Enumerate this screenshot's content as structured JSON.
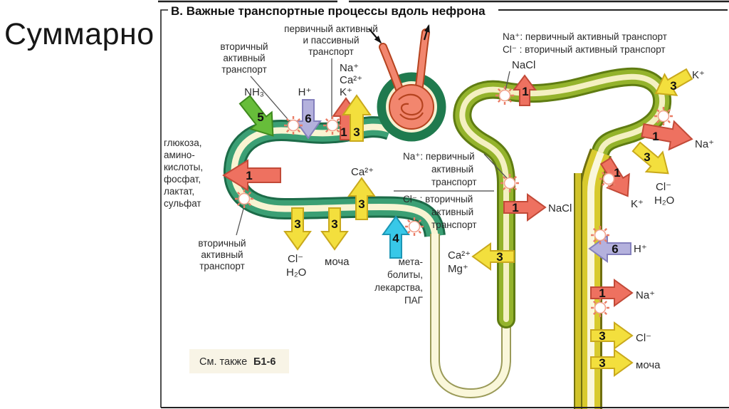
{
  "slide": {
    "heading": "Суммарно"
  },
  "panel": {
    "title": "В. Важные транспортные процессы вдоль нефрона",
    "see_also_prefix": "См. также",
    "see_also_ref": "Б1-6"
  },
  "labels": {
    "secondary_active_top": {
      "l1": "вторичный",
      "l2": "активный",
      "l3": "транспорт"
    },
    "primary_and_passive": {
      "l1": "первичный активный",
      "l2": "и пассивный",
      "l3": "транспорт"
    },
    "nh3": "NH₃",
    "h_plus_top": "H⁺",
    "ions_top": {
      "l1": "Na⁺",
      "l2": "Ca²⁺",
      "l3": "K⁺"
    },
    "na_transport_line": "Na⁺: первичный активный транспорт",
    "cl_transport_line": "Cl⁻ : вторичный активный транспорт",
    "nacl_top": "NaCl",
    "k_top_right": "K⁺",
    "reabsorbed": {
      "l1": "глюкоза,",
      "l2": "амино-",
      "l3": "кислоты,",
      "l4": "фосфат,",
      "l5": "лактат,",
      "l6": "сульфат"
    },
    "secondary_active_bottom": {
      "l1": "вторичный",
      "l2": "активный",
      "l3": "транспорт"
    },
    "cl_h2o_bottom": {
      "l1": "Cl⁻",
      "l2": "H₂O"
    },
    "urine_bottom": "моча",
    "ca_up": "Ca²⁺",
    "metabolites": {
      "l1": "мета-",
      "l2": "болиты,",
      "l3": "лекарства,",
      "l4": "ПАГ"
    },
    "na_primary_mid": {
      "l1": "Na⁺: первичный",
      "l2": "активный",
      "l3": "транспорт"
    },
    "cl_secondary_mid": {
      "l1": "Cl⁻ : вторичный",
      "l2": "активный",
      "l3": "транспорт"
    },
    "nacl_mid": "NaCl",
    "ca_mg": {
      "l1": "Ca²⁺",
      "l2": "Mg⁺"
    },
    "na_loop": "Na⁺",
    "cl_h2o_loop": {
      "l1": "Cl⁻",
      "l2": "H₂O"
    },
    "k_loop": "K⁺",
    "h_duct": "H⁺",
    "na_duct": "Na⁺",
    "cl_duct": "Cl⁻",
    "urine_duct": "моча"
  },
  "arrow_numbers": {
    "nh3": "5",
    "h_top": "6",
    "up_red": "1",
    "up_yellow": "3",
    "glucose": "1",
    "cl_h2o_down": "3",
    "urine_down": "3",
    "ca_up": "3",
    "metabolites": "4",
    "nacl_mid": "1",
    "ca_mg": "3",
    "nacl_top": "1",
    "k_top_in": "3",
    "na_loop": "1",
    "cl_h2o_loop": "3",
    "k_loop": "1",
    "h_duct": "6",
    "na_duct": "1",
    "cl_duct": "3",
    "urine_duct": "3"
  },
  "icons": {
    "carrier": "starburst-carrier"
  },
  "colors": {
    "arrow_red": "#ee7160",
    "arrow_yellow": "#f3df3d",
    "arrow_green": "#67bd3a",
    "arrow_lavender": "#b4b1dd",
    "arrow_cyan": "#38c8e8",
    "tube_proximal": "#3b9f74",
    "tube_distal": "#94b32c",
    "tube_collecting": "#d8ca2e",
    "glomerulus": "#f2866e",
    "lumen": "#f8f4d2"
  }
}
